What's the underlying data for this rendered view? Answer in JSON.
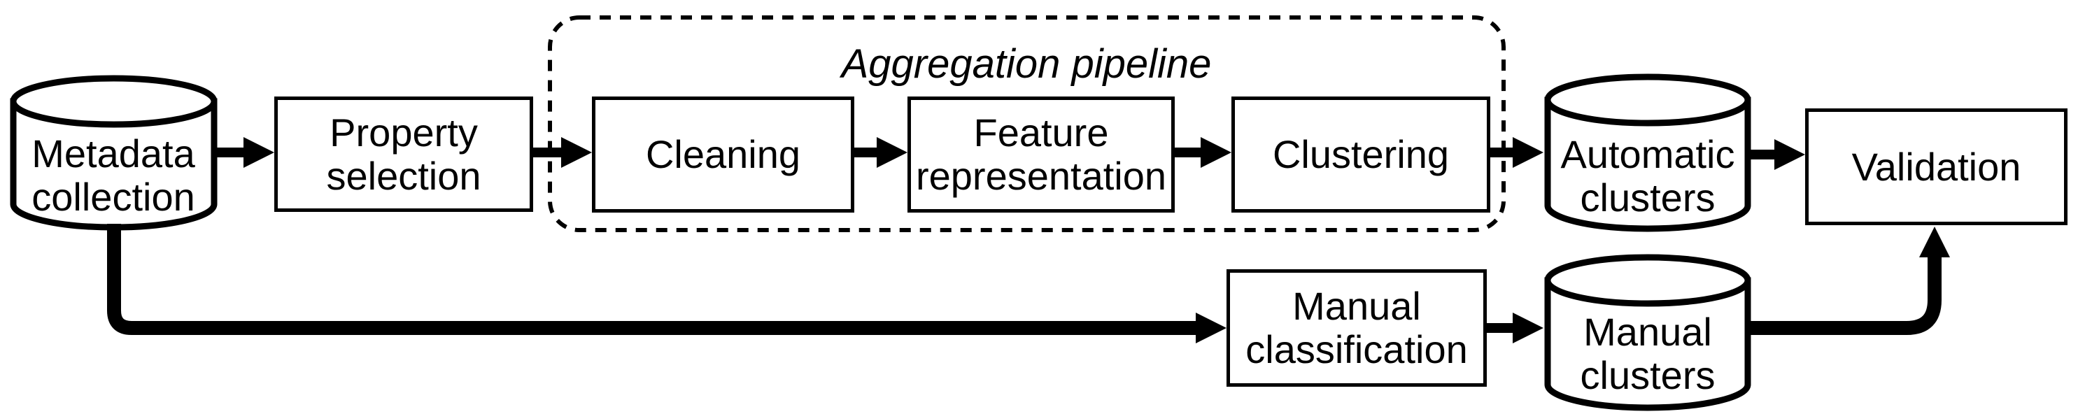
{
  "diagram": {
    "title": "Aggregation pipeline",
    "nodes": {
      "metadata_collection": {
        "label": "Metadata\ncollection",
        "shape": "cylinder"
      },
      "property_selection": {
        "label": "Property\nselection",
        "shape": "box"
      },
      "cleaning": {
        "label": "Cleaning",
        "shape": "box"
      },
      "feature_representation": {
        "label": "Feature\nrepresentation",
        "shape": "box"
      },
      "clustering": {
        "label": "Clustering",
        "shape": "box"
      },
      "automatic_clusters": {
        "label": "Automatic\nclusters",
        "shape": "cylinder"
      },
      "validation": {
        "label": "Validation",
        "shape": "box"
      },
      "manual_classification": {
        "label": "Manual\nclassification",
        "shape": "box"
      },
      "manual_clusters": {
        "label": "Manual\nclusters",
        "shape": "cylinder"
      }
    },
    "container": {
      "label": "Aggregation pipeline",
      "members": [
        "cleaning",
        "feature_representation",
        "clustering"
      ],
      "style": "dashed-rounded"
    },
    "edges": [
      {
        "from": "metadata_collection",
        "to": "property_selection"
      },
      {
        "from": "property_selection",
        "to": "cleaning"
      },
      {
        "from": "cleaning",
        "to": "feature_representation"
      },
      {
        "from": "feature_representation",
        "to": "clustering"
      },
      {
        "from": "clustering",
        "to": "automatic_clusters"
      },
      {
        "from": "automatic_clusters",
        "to": "validation"
      },
      {
        "from": "metadata_collection",
        "to": "manual_classification"
      },
      {
        "from": "manual_classification",
        "to": "manual_clusters"
      },
      {
        "from": "manual_clusters",
        "to": "validation"
      }
    ],
    "colors": {
      "stroke": "#000000",
      "fill": "#ffffff"
    }
  }
}
